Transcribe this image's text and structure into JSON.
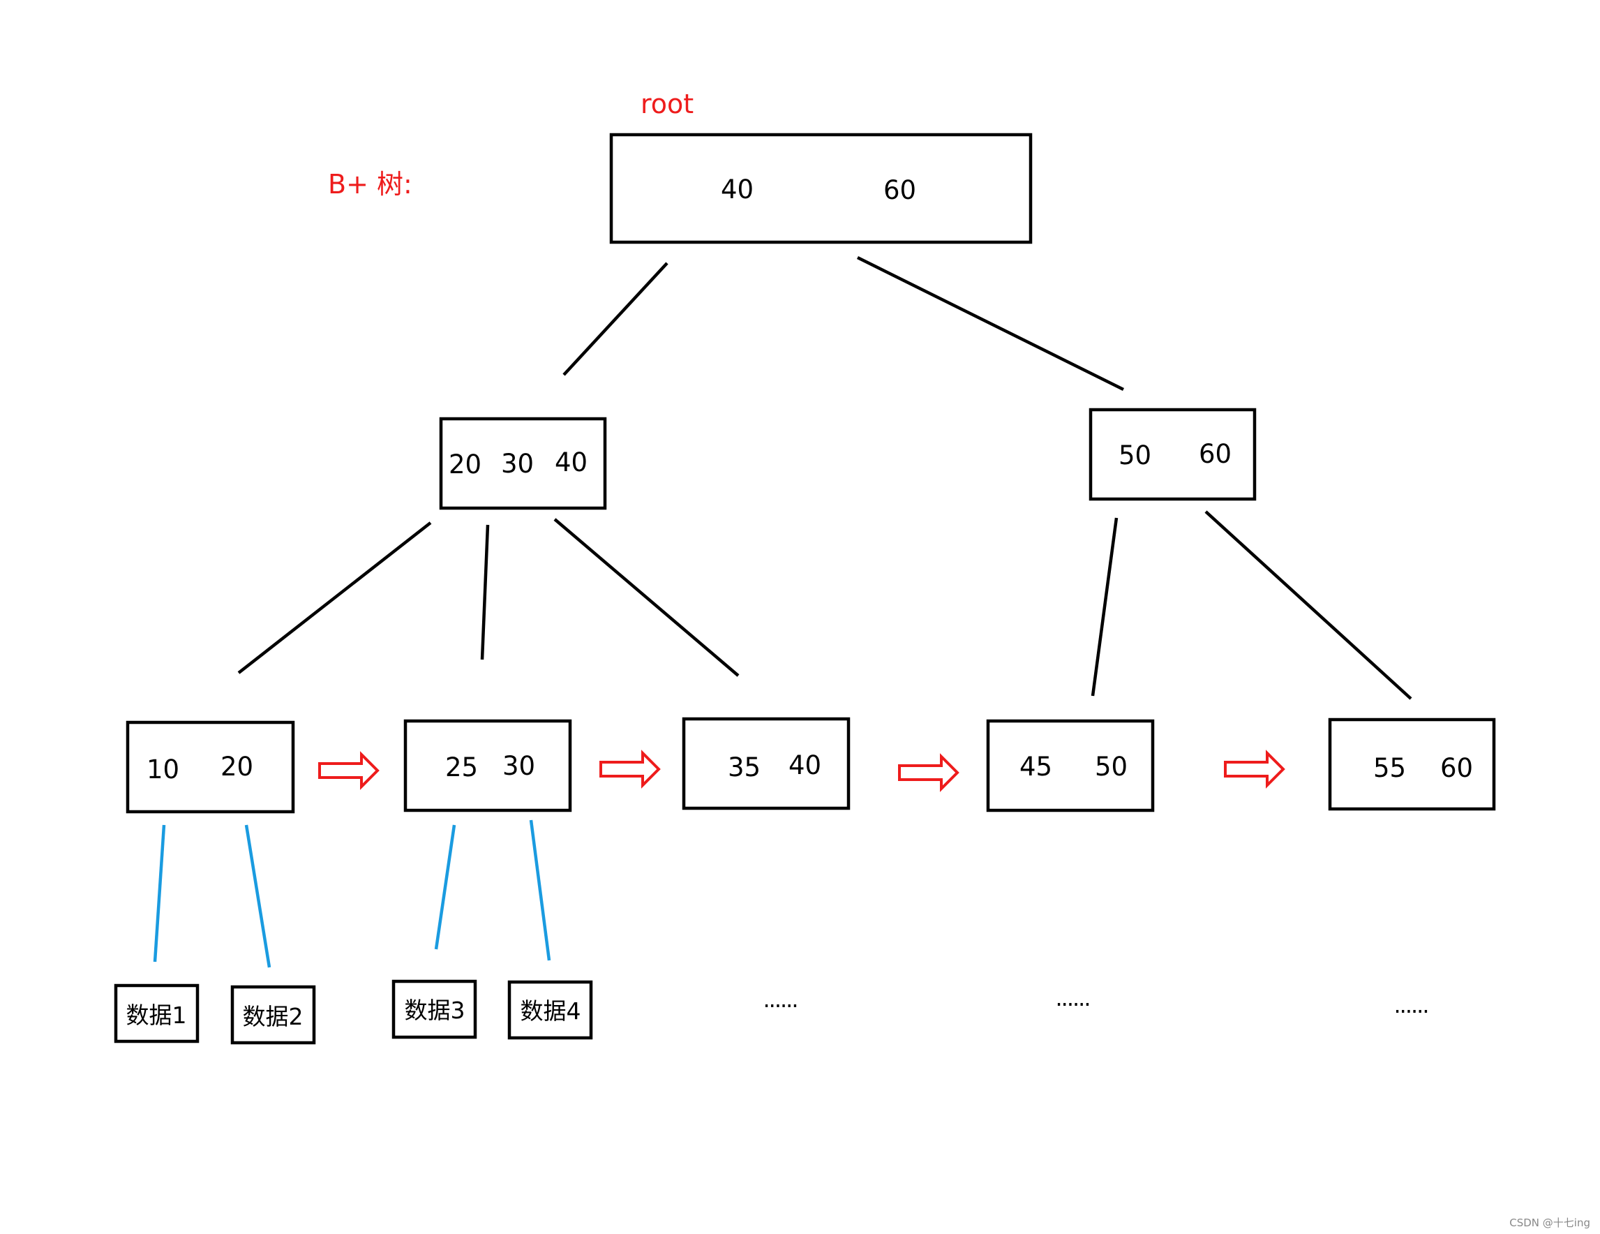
{
  "labels": {
    "root": "root",
    "tree_title": "B+ 树:",
    "watermark": "CSDN @十七ing"
  },
  "root_node": {
    "keys": [
      "40",
      "60"
    ]
  },
  "internal_nodes": [
    {
      "keys": [
        "20",
        "30",
        "40"
      ]
    },
    {
      "keys": [
        "50",
        "60"
      ]
    }
  ],
  "leaf_nodes": [
    {
      "keys": [
        "10",
        "20"
      ]
    },
    {
      "keys": [
        "25",
        "30"
      ]
    },
    {
      "keys": [
        "35",
        "40"
      ]
    },
    {
      "keys": [
        "45",
        "50"
      ]
    },
    {
      "keys": [
        "55",
        "60"
      ]
    }
  ],
  "data_records": [
    "数据1",
    "数据2",
    "数据3",
    "数据4"
  ],
  "ellipsis": [
    "......",
    "......",
    "......"
  ],
  "colors": {
    "annotation_red": "#ee1c1c",
    "data_pointer_blue": "#1a9be0",
    "box_stroke": "#000000"
  }
}
